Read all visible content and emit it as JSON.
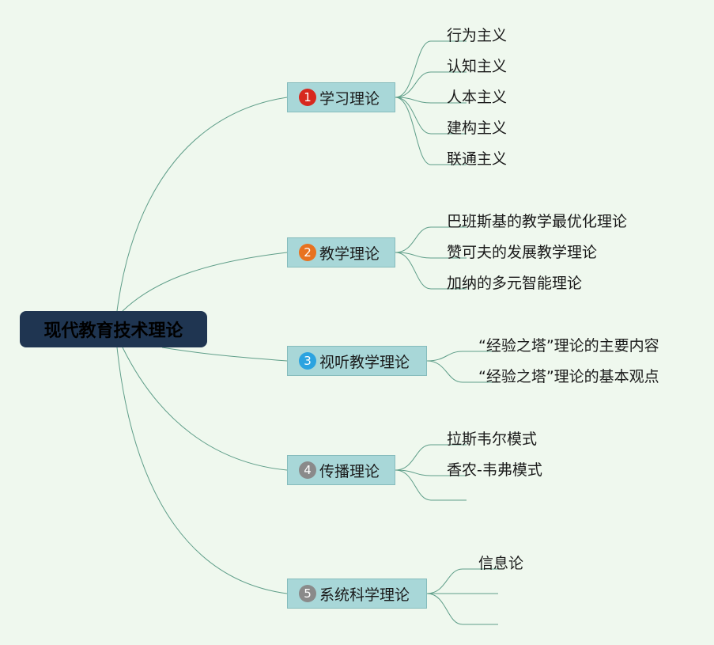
{
  "root": {
    "label": "现代教育技术理论"
  },
  "colors": {
    "background": "#eff8ee",
    "root_fill": "#1f3551",
    "branch_fill": "#a8d7d8",
    "branch_border": "#86bcbc",
    "connector": "#5f9e89"
  },
  "branches": [
    {
      "number": "1",
      "badge_color": "#d7281e",
      "label": "学习理论",
      "children": [
        "行为主义",
        "认知主义",
        "人本主义",
        "建构主义",
        "联通主义"
      ]
    },
    {
      "number": "2",
      "badge_color": "#e8721f",
      "label": "教学理论",
      "children": [
        "巴班斯基的教学最优化理论",
        "赞可夫的发展教学理论",
        "加纳的多元智能理论"
      ]
    },
    {
      "number": "3",
      "badge_color": "#2ba3e0",
      "label": "视听教学理论",
      "children": [
        "“经验之塔”理论的主要内容",
        "“经验之塔”理论的基本观点"
      ]
    },
    {
      "number": "4",
      "badge_color": "#8a8a8a",
      "label": "传播理论",
      "children": [
        "拉斯韦尔模式",
        "香农-韦弗模式",
        ""
      ]
    },
    {
      "number": "5",
      "badge_color": "#8a8a8a",
      "label": "系统科学理论",
      "children": [
        "信息论",
        "",
        ""
      ]
    }
  ]
}
